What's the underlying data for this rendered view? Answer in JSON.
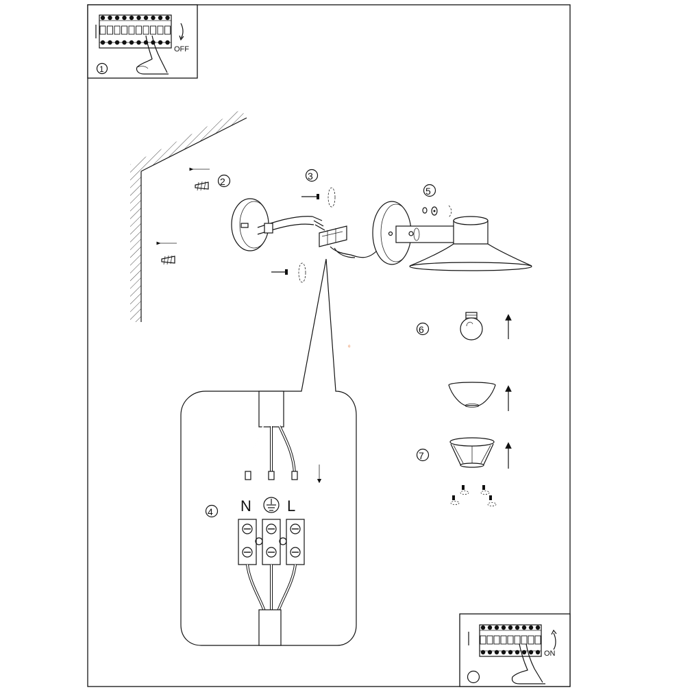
{
  "switch_off": {
    "label": "OFF",
    "step": "1"
  },
  "switch_on": {
    "label": "ON"
  },
  "steps": {
    "anchors": "2",
    "screws": "3",
    "wiring": "4",
    "fixture": "5",
    "bulb": "6",
    "shade": "7"
  },
  "terminals": {
    "neutral": "N",
    "live": "L"
  },
  "colors": {
    "line": "#111111",
    "accent": "#e87a3a"
  }
}
